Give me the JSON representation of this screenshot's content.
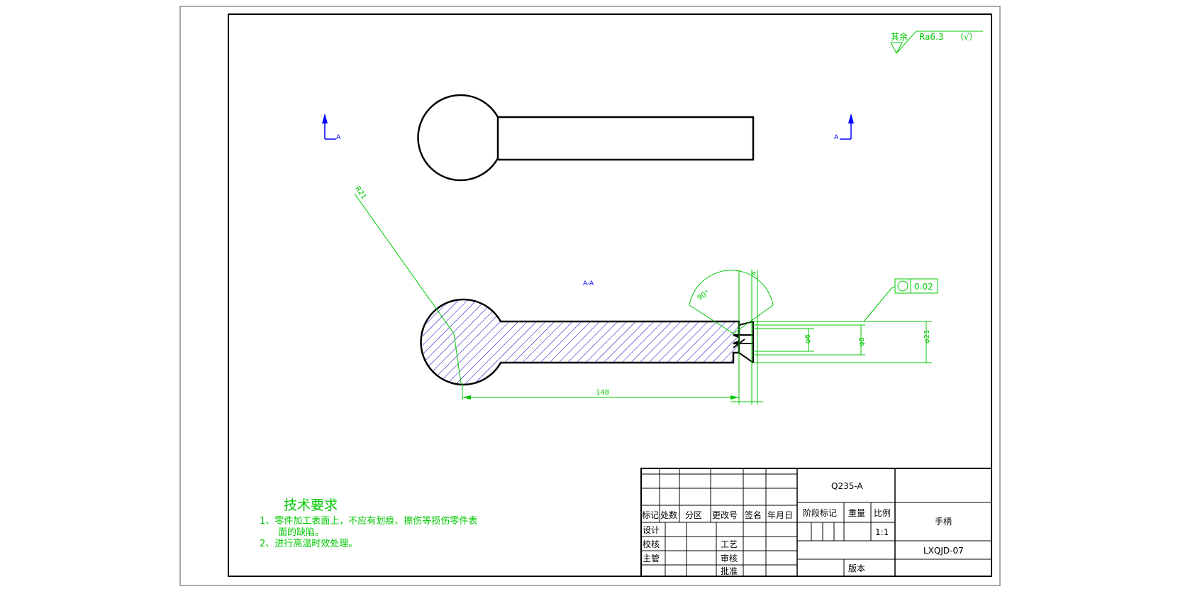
{
  "drawing": {
    "material": "Q235-A",
    "part_name": "手柄",
    "drawing_number": "LXQJD-07",
    "scale": "1:1",
    "version_label": "版本",
    "surface_note": {
      "prefix": "其余",
      "value": "Ra6.3",
      "suffix": "（√）"
    },
    "section_mark": "A",
    "section_label": "A-A",
    "dimensions": {
      "radius": "R21",
      "angle": "90°",
      "length": "148",
      "dia_small": "φ6",
      "dia_mid": "φ8",
      "dia_large": "φ21",
      "top_small": "4"
    },
    "tolerance_value": "0.02",
    "title_block": {
      "headers": [
        "标记",
        "处数",
        "分区",
        "更改号",
        "签名",
        "年月日"
      ],
      "stage_mark": "阶段标记",
      "weight": "重量",
      "ratio": "比例",
      "design": "设计",
      "check": "校核",
      "supervise": "主管",
      "process": "工艺",
      "review": "审核",
      "approve": "批准"
    },
    "tech_requirements": {
      "title": "技术要求",
      "line1": "1、零件加工表面上，不应有划痕、擦伤等损伤零件表",
      "line1b": "面的缺陷。",
      "line2": "2、进行高温时效处理。"
    }
  },
  "colors": {
    "outline": "#000000",
    "dimension": "#00c800",
    "hatch": "#0000cc",
    "section_mark": "#0000ff"
  }
}
